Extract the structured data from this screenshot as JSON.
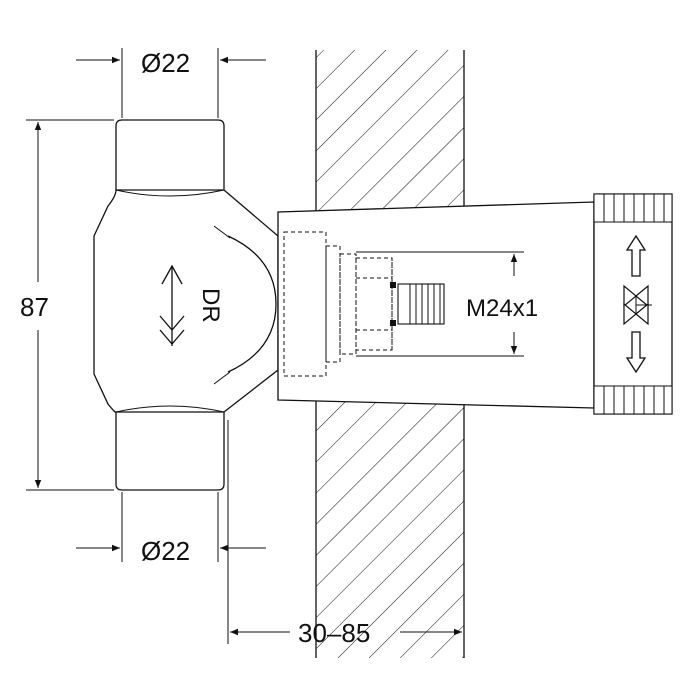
{
  "dimensions": {
    "top_diameter": "Ø22",
    "bottom_diameter": "Ø22",
    "height": "87",
    "wall_depth": "30–85",
    "thread": "M24x1"
  },
  "body_marking": "DR"
}
